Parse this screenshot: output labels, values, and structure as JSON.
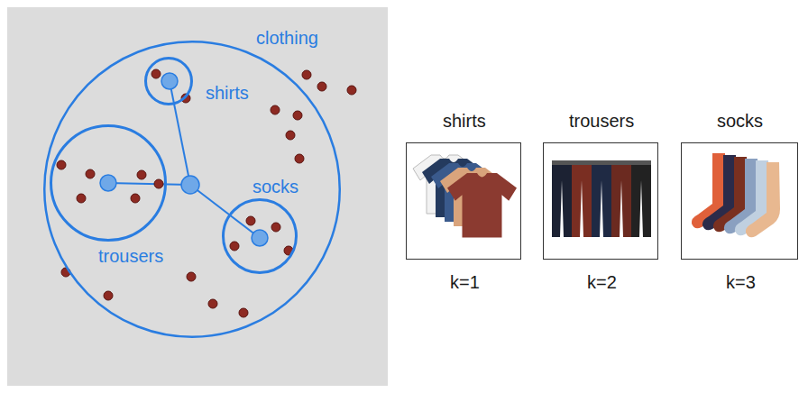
{
  "diagram": {
    "nodes": [
      {
        "text": [
          "clothing"
        ]
      },
      {
        "text": [
          "shirts"
        ],
        "in": 0
      },
      {
        "text": [
          "trousers"
        ],
        "in": 0
      },
      {
        "text": [
          "socks"
        ],
        "in": 0
      },
      {
        "text": [
          "shirts",
          "k=1"
        ]
      },
      {
        "text": [
          "trousers",
          "k=2"
        ]
      },
      {
        "text": [
          "socks",
          "k=3"
        ]
      }
    ]
  }
}
